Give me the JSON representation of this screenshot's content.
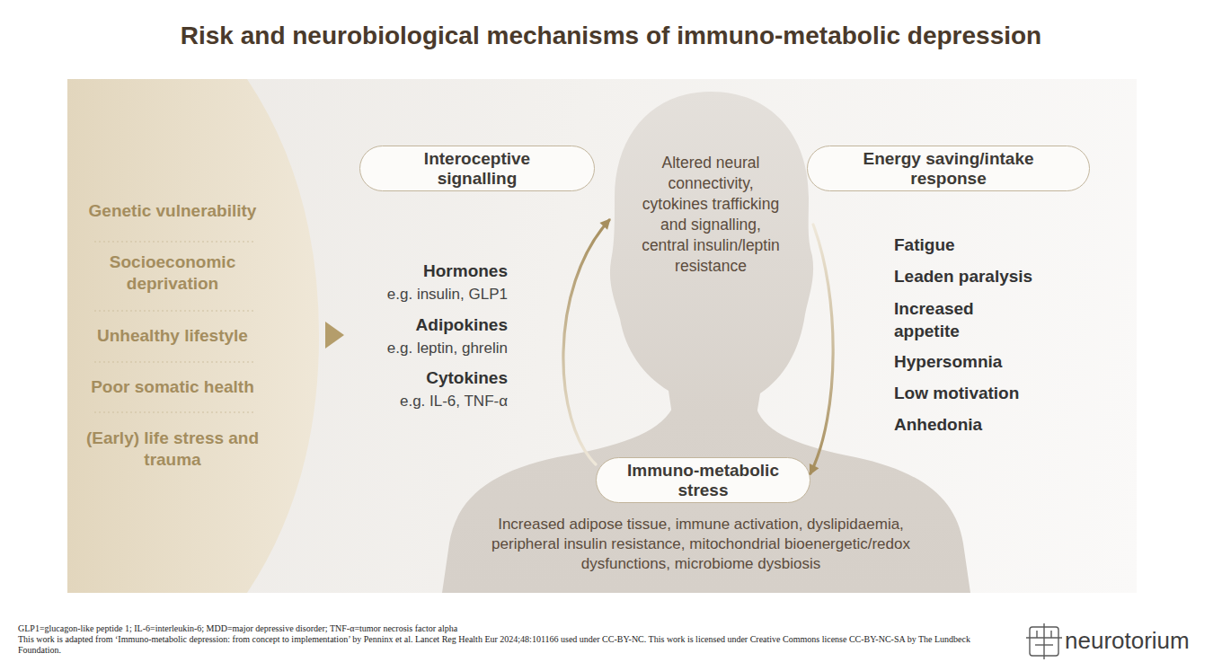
{
  "diagram": {
    "title": "Risk and neurobiological mechanisms of immuno-metabolic depression",
    "nodes": [
      {
        "text": [
          "Genetic vulnerability",
          "Socioeconomic deprivation",
          "Unhealthy lifestyle",
          "Poor somatic health",
          "(Early) life stress and trauma"
        ]
      },
      {
        "text": [
          "Interoceptive signalling"
        ]
      },
      {
        "text": [
          "Altered neural connectivity, cytokines trafficking and signalling, central insulin/leptin resistance"
        ]
      },
      {
        "text": [
          "Energy saving/intake response"
        ]
      },
      {
        "text": [
          "Increased adipose tissue, immune activation, dyslipidaemia, peripheral insulin resistance, mitochondrial bioenergetic/redox dysfunctions, microbiome dysbiosis"
        ]
      },
      {
        "text": [
          "Immuno-metabolic stress"
        ],
        "in": 4
      }
    ],
    "edges": [
      {
        "from": 5,
        "to": 2,
        "arrow": "to"
      },
      {
        "from": 2,
        "to": 5,
        "arrow": "to"
      }
    ],
    "labels": [
      "Hormones",
      "e.g. insulin, GLP1",
      "Adipokines",
      "e.g. leptin, ghrelin",
      "Cytokines",
      "e.g. IL-6, TNF-α",
      "Fatigue",
      "Leaden paralysis",
      "Increased appetite",
      "Hypersomnia",
      "Low motivation",
      "Anhedonia",
      "GLP1=glucagon-like peptide 1; IL-6=interleukin-6; MDD=major depressive disorder; TNF-α=tumor necrosis factor alpha",
      "This work is adapted from ‘Immuno-metabolic depression: from concept to implementation’ by Penninx et al. Lancet Reg Health Eur 2024;48:101166 used under CC-BY-NC. This work is licensed under Creative Commons license CC-BY-NC-SA by The Lundbeck Foundation.",
      "neurotorium"
    ]
  }
}
